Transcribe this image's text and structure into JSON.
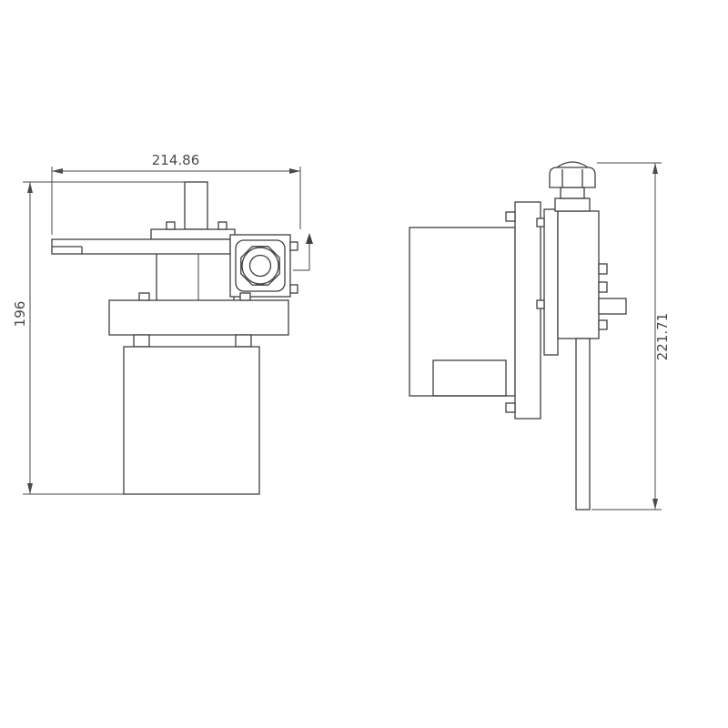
{
  "drawing": {
    "background": "#ffffff",
    "line_color": "#3f3f3f",
    "dim_color": "#4a4a4a",
    "dimensions": {
      "width": "214.86",
      "height_front": "196",
      "height_side": "221.71"
    }
  }
}
